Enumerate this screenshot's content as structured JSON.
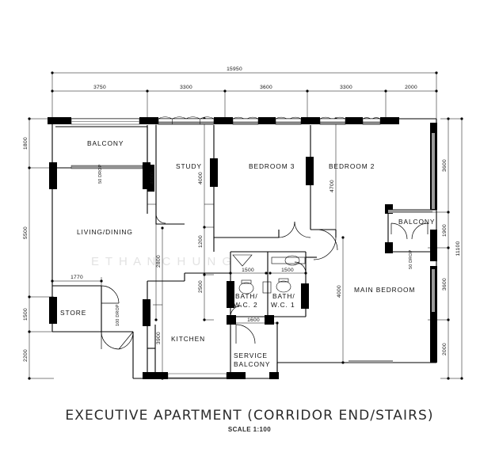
{
  "title": {
    "main": "EXECUTIVE APARTMENT (CORRIDOR END/STAIRS)",
    "scale": "SCALE  1:100"
  },
  "watermark": "E T H A N   C H U N G",
  "rooms": {
    "balcony_front": "BALCONY",
    "study": "STUDY",
    "bedroom3": "BEDROOM 3",
    "bedroom2": "BEDROOM 2",
    "living_dining": "LIVING/DINING",
    "store": "STORE",
    "kitchen": "KITCHEN",
    "bath_wc2_l1": "BATH/",
    "bath_wc2_l2": "W.C. 2",
    "bath_wc1_l1": "BATH/",
    "bath_wc1_l2": "W.C. 1",
    "service_balcony_l1": "SERVICE",
    "service_balcony_l2": "BALCONY",
    "main_bedroom": "MAIN  BEDROOM",
    "balcony_main": "BALCONY"
  },
  "notes": {
    "drop50_front": "50 DROP",
    "drop100_entry": "100 DROP",
    "drop50_main": "50 DROP"
  },
  "dimensions": {
    "overall_top": "15950",
    "overall_right": "11100",
    "top_run": [
      "3750",
      "3300",
      "3600",
      "3300",
      "2000"
    ],
    "left_run": [
      "1800",
      "5500",
      "1500",
      "2200"
    ],
    "right_run": [
      "3600",
      "1900",
      "3600",
      "2000"
    ],
    "study_depth": "4000",
    "bedroom3_depth": "4000",
    "bedroom2_depth": "4700",
    "main_bedroom_depth": "4000",
    "corridor_1200": "1200",
    "corridor_2500": "2500",
    "living_2800": "2800",
    "kitchen_3900": "3900",
    "store_width": "1770",
    "bath2_width": "1500",
    "bath1_width": "1500",
    "service_balcony_width": "1600"
  },
  "colors": {
    "ink": "#000000",
    "wall_fill": "#000000",
    "hatch": "#9a9a9a",
    "watermark": "#e3e3e3"
  }
}
